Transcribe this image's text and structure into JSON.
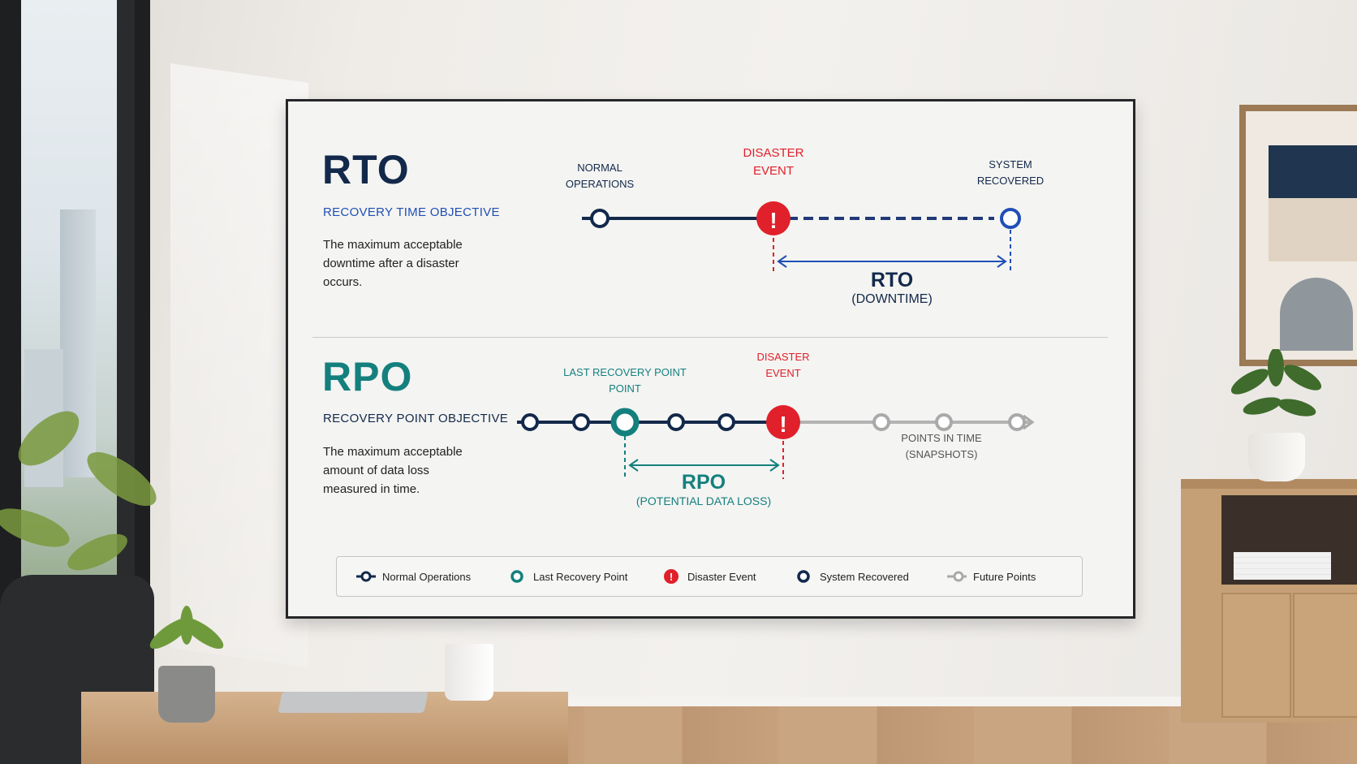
{
  "rto": {
    "title": "RTO",
    "subtitle": "RECOVERY TIME OBJECTIVE",
    "description_lines": [
      "The maximum acceptable",
      "downtime after a disaster",
      "occurs."
    ],
    "labels": {
      "normal_line1": "NORMAL",
      "normal_line2": "OPERATIONS",
      "disaster_line1": "DISASTER",
      "disaster_line2": "EVENT",
      "recovered_line1": "SYSTEM",
      "recovered_line2": "RECOVERED",
      "span_title": "RTO",
      "span_sub": "(DOWNTIME)"
    }
  },
  "rpo": {
    "title": "RPO",
    "subtitle": "RECOVERY POINT OBJECTIVE",
    "description_lines": [
      "The maximum acceptable",
      "amount of data loss",
      "measured in time."
    ],
    "labels": {
      "last_recovery_line1": "LAST RECOVERY POINT",
      "last_recovery_line2": "POINT",
      "disaster_line1": "DISASTER",
      "disaster_line2": "EVENT",
      "points_line1": "POINTS IN TIME",
      "points_line2": "(SNAPSHOTS)",
      "span_title": "RPO",
      "span_sub": "(POTENTIAL DATA LOSS)"
    }
  },
  "legend": {
    "normal": "Normal Operations",
    "last_recovery": "Last Recovery Point",
    "disaster": "Disaster Event",
    "recovered": "System Recovered",
    "future": "Future Points"
  },
  "colors": {
    "navy": "#13294b",
    "blue": "#1f4fb5",
    "teal": "#14807e",
    "red": "#e0202a",
    "grey": "#a9a9a9"
  }
}
